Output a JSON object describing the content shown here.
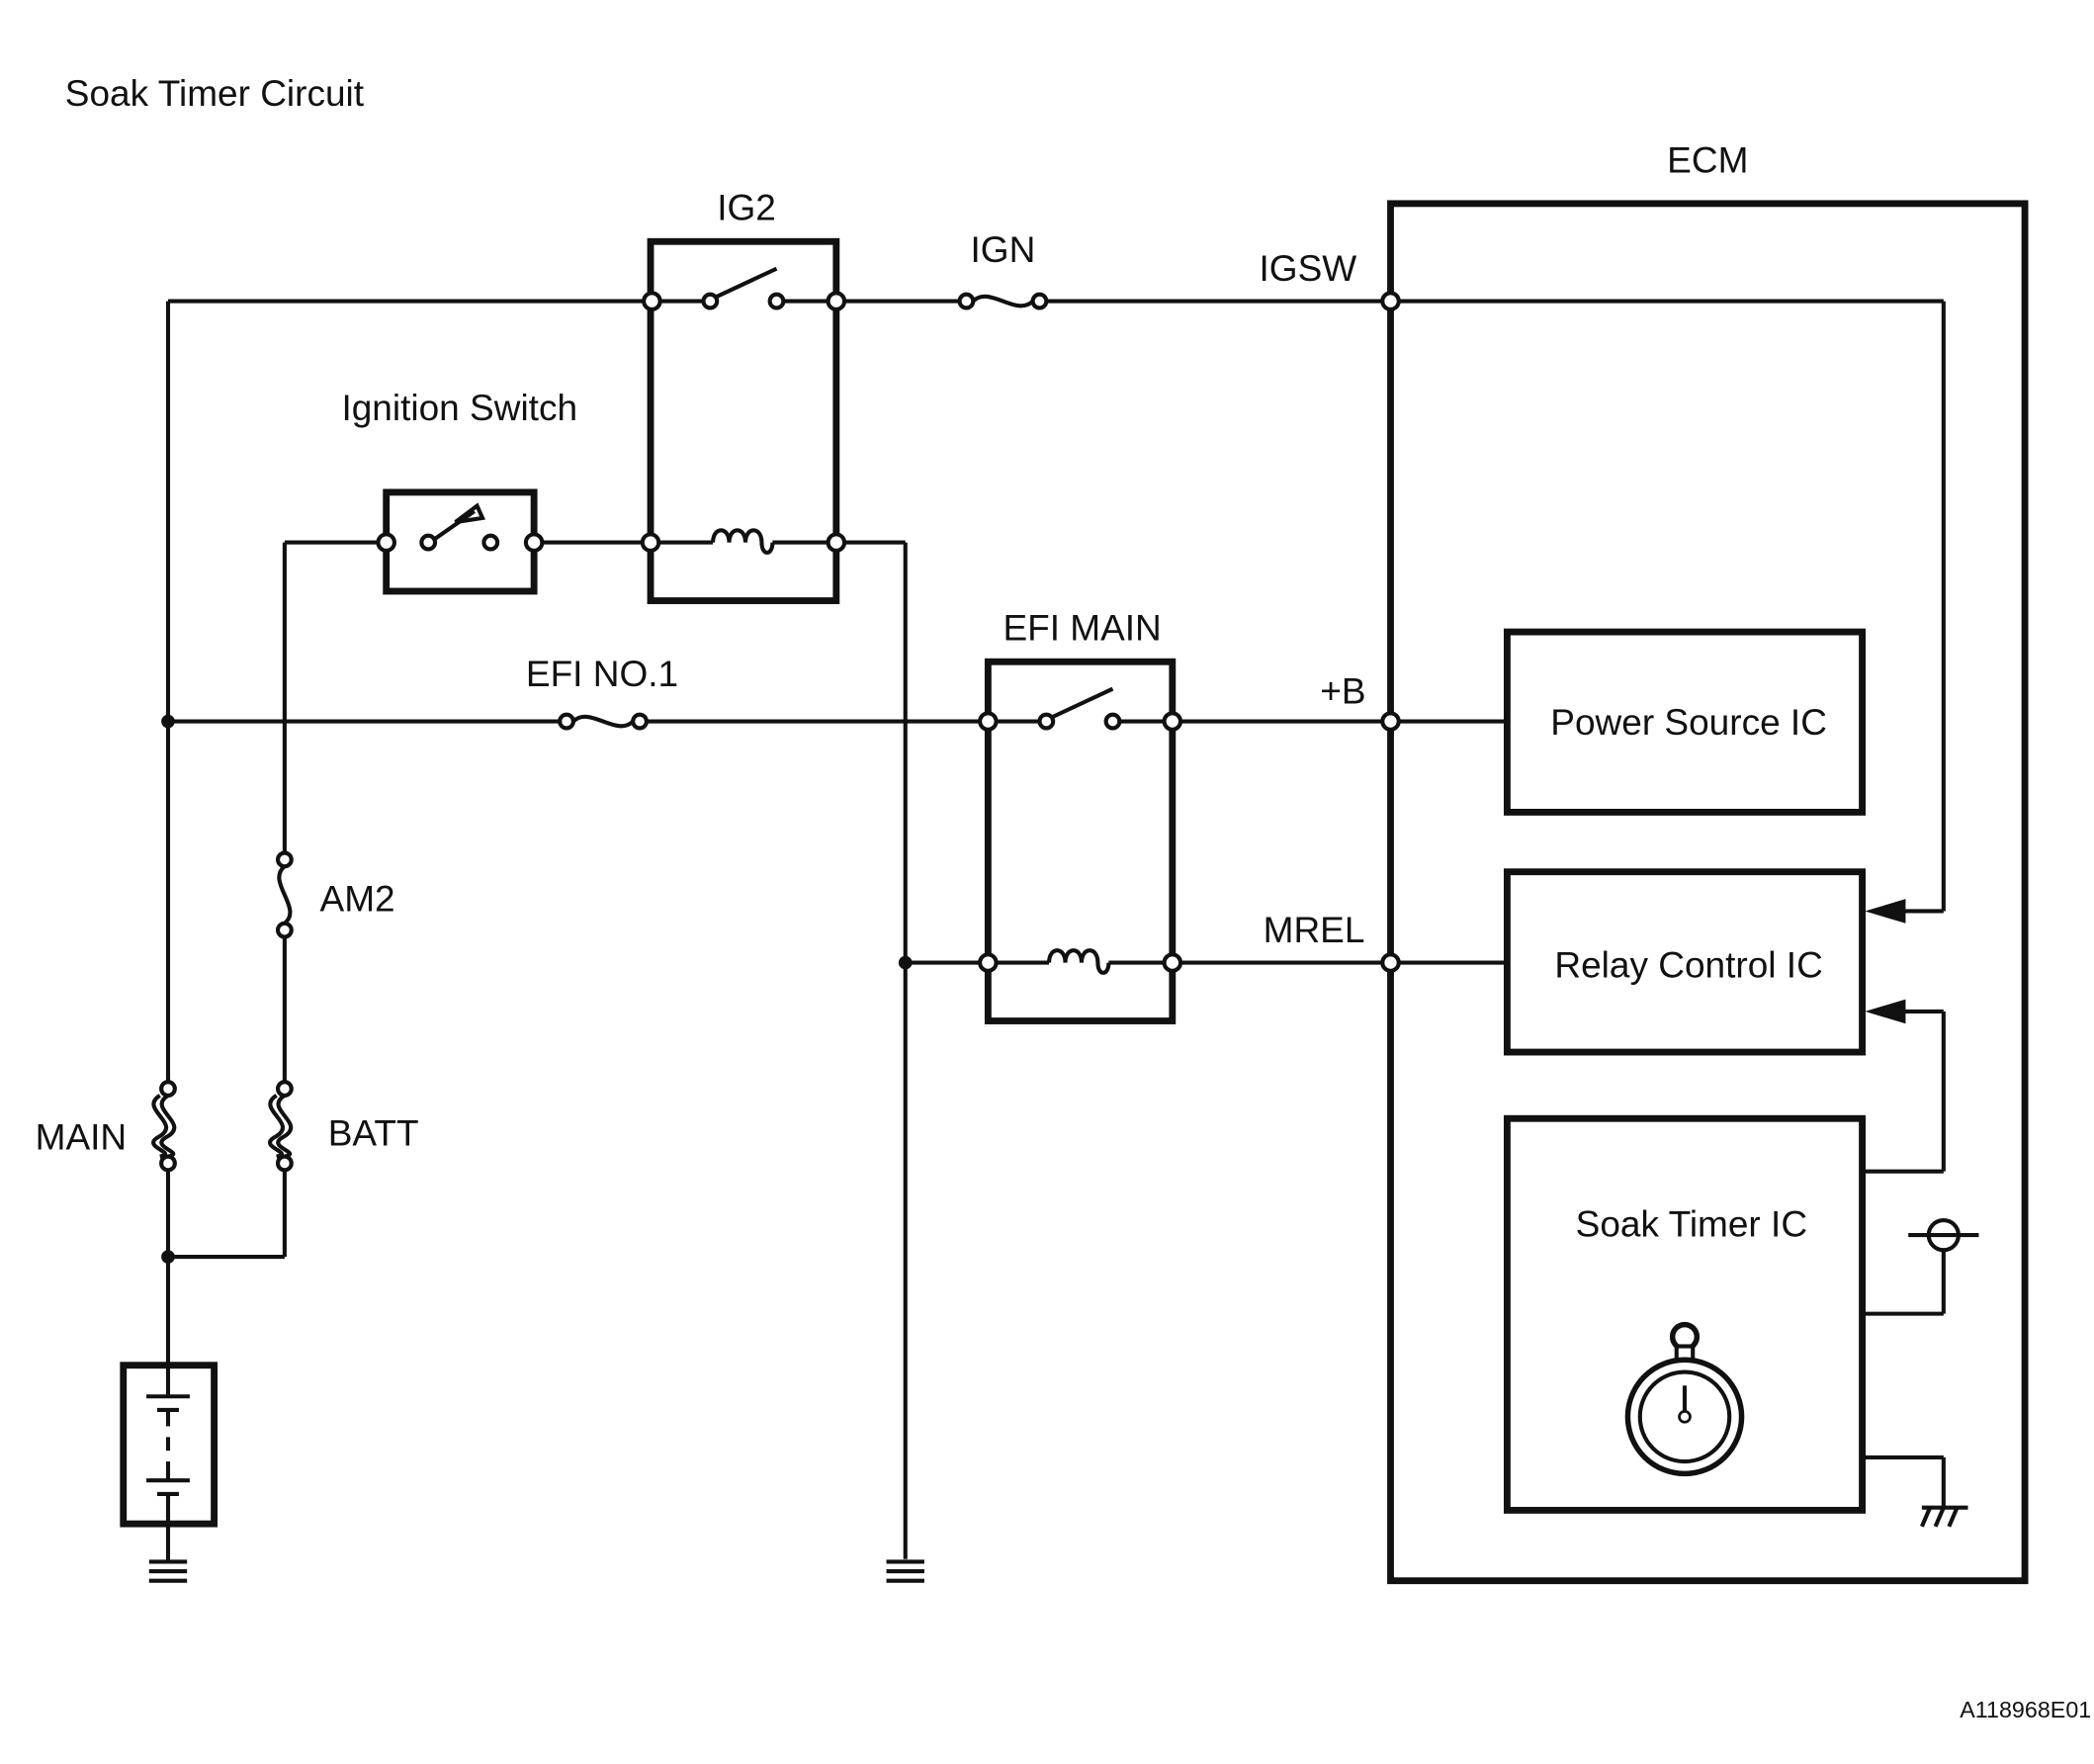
{
  "title": "Soak Timer Circuit",
  "figure_id": "A118968E01",
  "ecm": {
    "label": "ECM",
    "terminals": {
      "igsw": "IGSW",
      "plus_b": "+B",
      "mrel": "MREL"
    },
    "blocks": {
      "power_source_ic": "Power Source IC",
      "relay_control_ic": "Relay Control IC",
      "soak_timer_ic": "Soak Timer IC"
    }
  },
  "relays": {
    "ig2": "IG2",
    "efi_main": "EFI MAIN"
  },
  "switch": {
    "ignition": "Ignition Switch"
  },
  "fuses": {
    "ign": "IGN",
    "efi_no1": "EFI NO.1",
    "am2": "AM2",
    "main": "MAIN",
    "batt": "BATT"
  }
}
